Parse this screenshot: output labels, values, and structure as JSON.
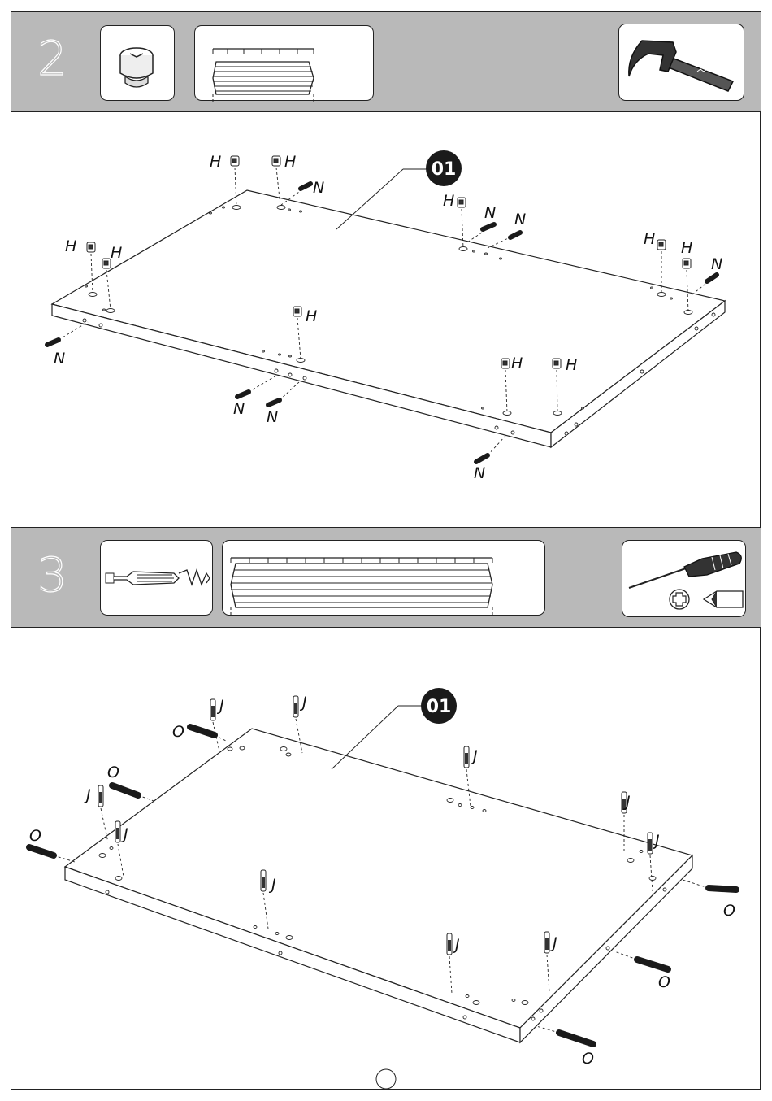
{
  "steps": [
    {
      "number": "2",
      "panel_badge": "01",
      "part_label_h": "H",
      "part_label_n": "N"
    },
    {
      "number": "3",
      "panel_badge": "01",
      "part_label_j": "J",
      "part_label_o": "O"
    }
  ],
  "icons": {
    "step2": [
      "cam-lock-icon",
      "ruler-gauge-icon",
      "hammer-icon"
    ],
    "step3": [
      "cam-bolt-icon",
      "ruler-gauge-icon",
      "screwdriver-icon"
    ]
  },
  "colors": {
    "band": "#b9b9b9",
    "line": "#222222",
    "badge": "#1a1a1a"
  }
}
